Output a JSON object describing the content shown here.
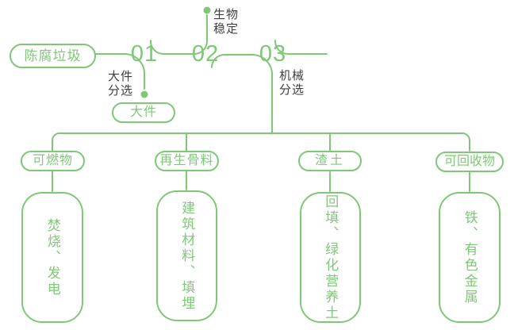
{
  "colors": {
    "green": "#7ec877",
    "text_dark": "#3e3e3e",
    "background": "#ffffff"
  },
  "diagram": {
    "source": {
      "label": "陈腐垃圾"
    },
    "steps": [
      {
        "number": "01",
        "process_label": "大件\n分选",
        "output": "大件"
      },
      {
        "number": "02",
        "process_label": "生物\n稳定"
      },
      {
        "number": "03",
        "process_label": "机械\n分选"
      }
    ],
    "outputs": [
      {
        "category": "可燃物",
        "disposal": "焚烧、发电"
      },
      {
        "category": "再生骨料",
        "disposal": "建筑材料、填埋"
      },
      {
        "category": "渣土",
        "disposal": "回填、绿化营养土"
      },
      {
        "category": "可回收物",
        "disposal": "铁、有色金属"
      }
    ]
  }
}
